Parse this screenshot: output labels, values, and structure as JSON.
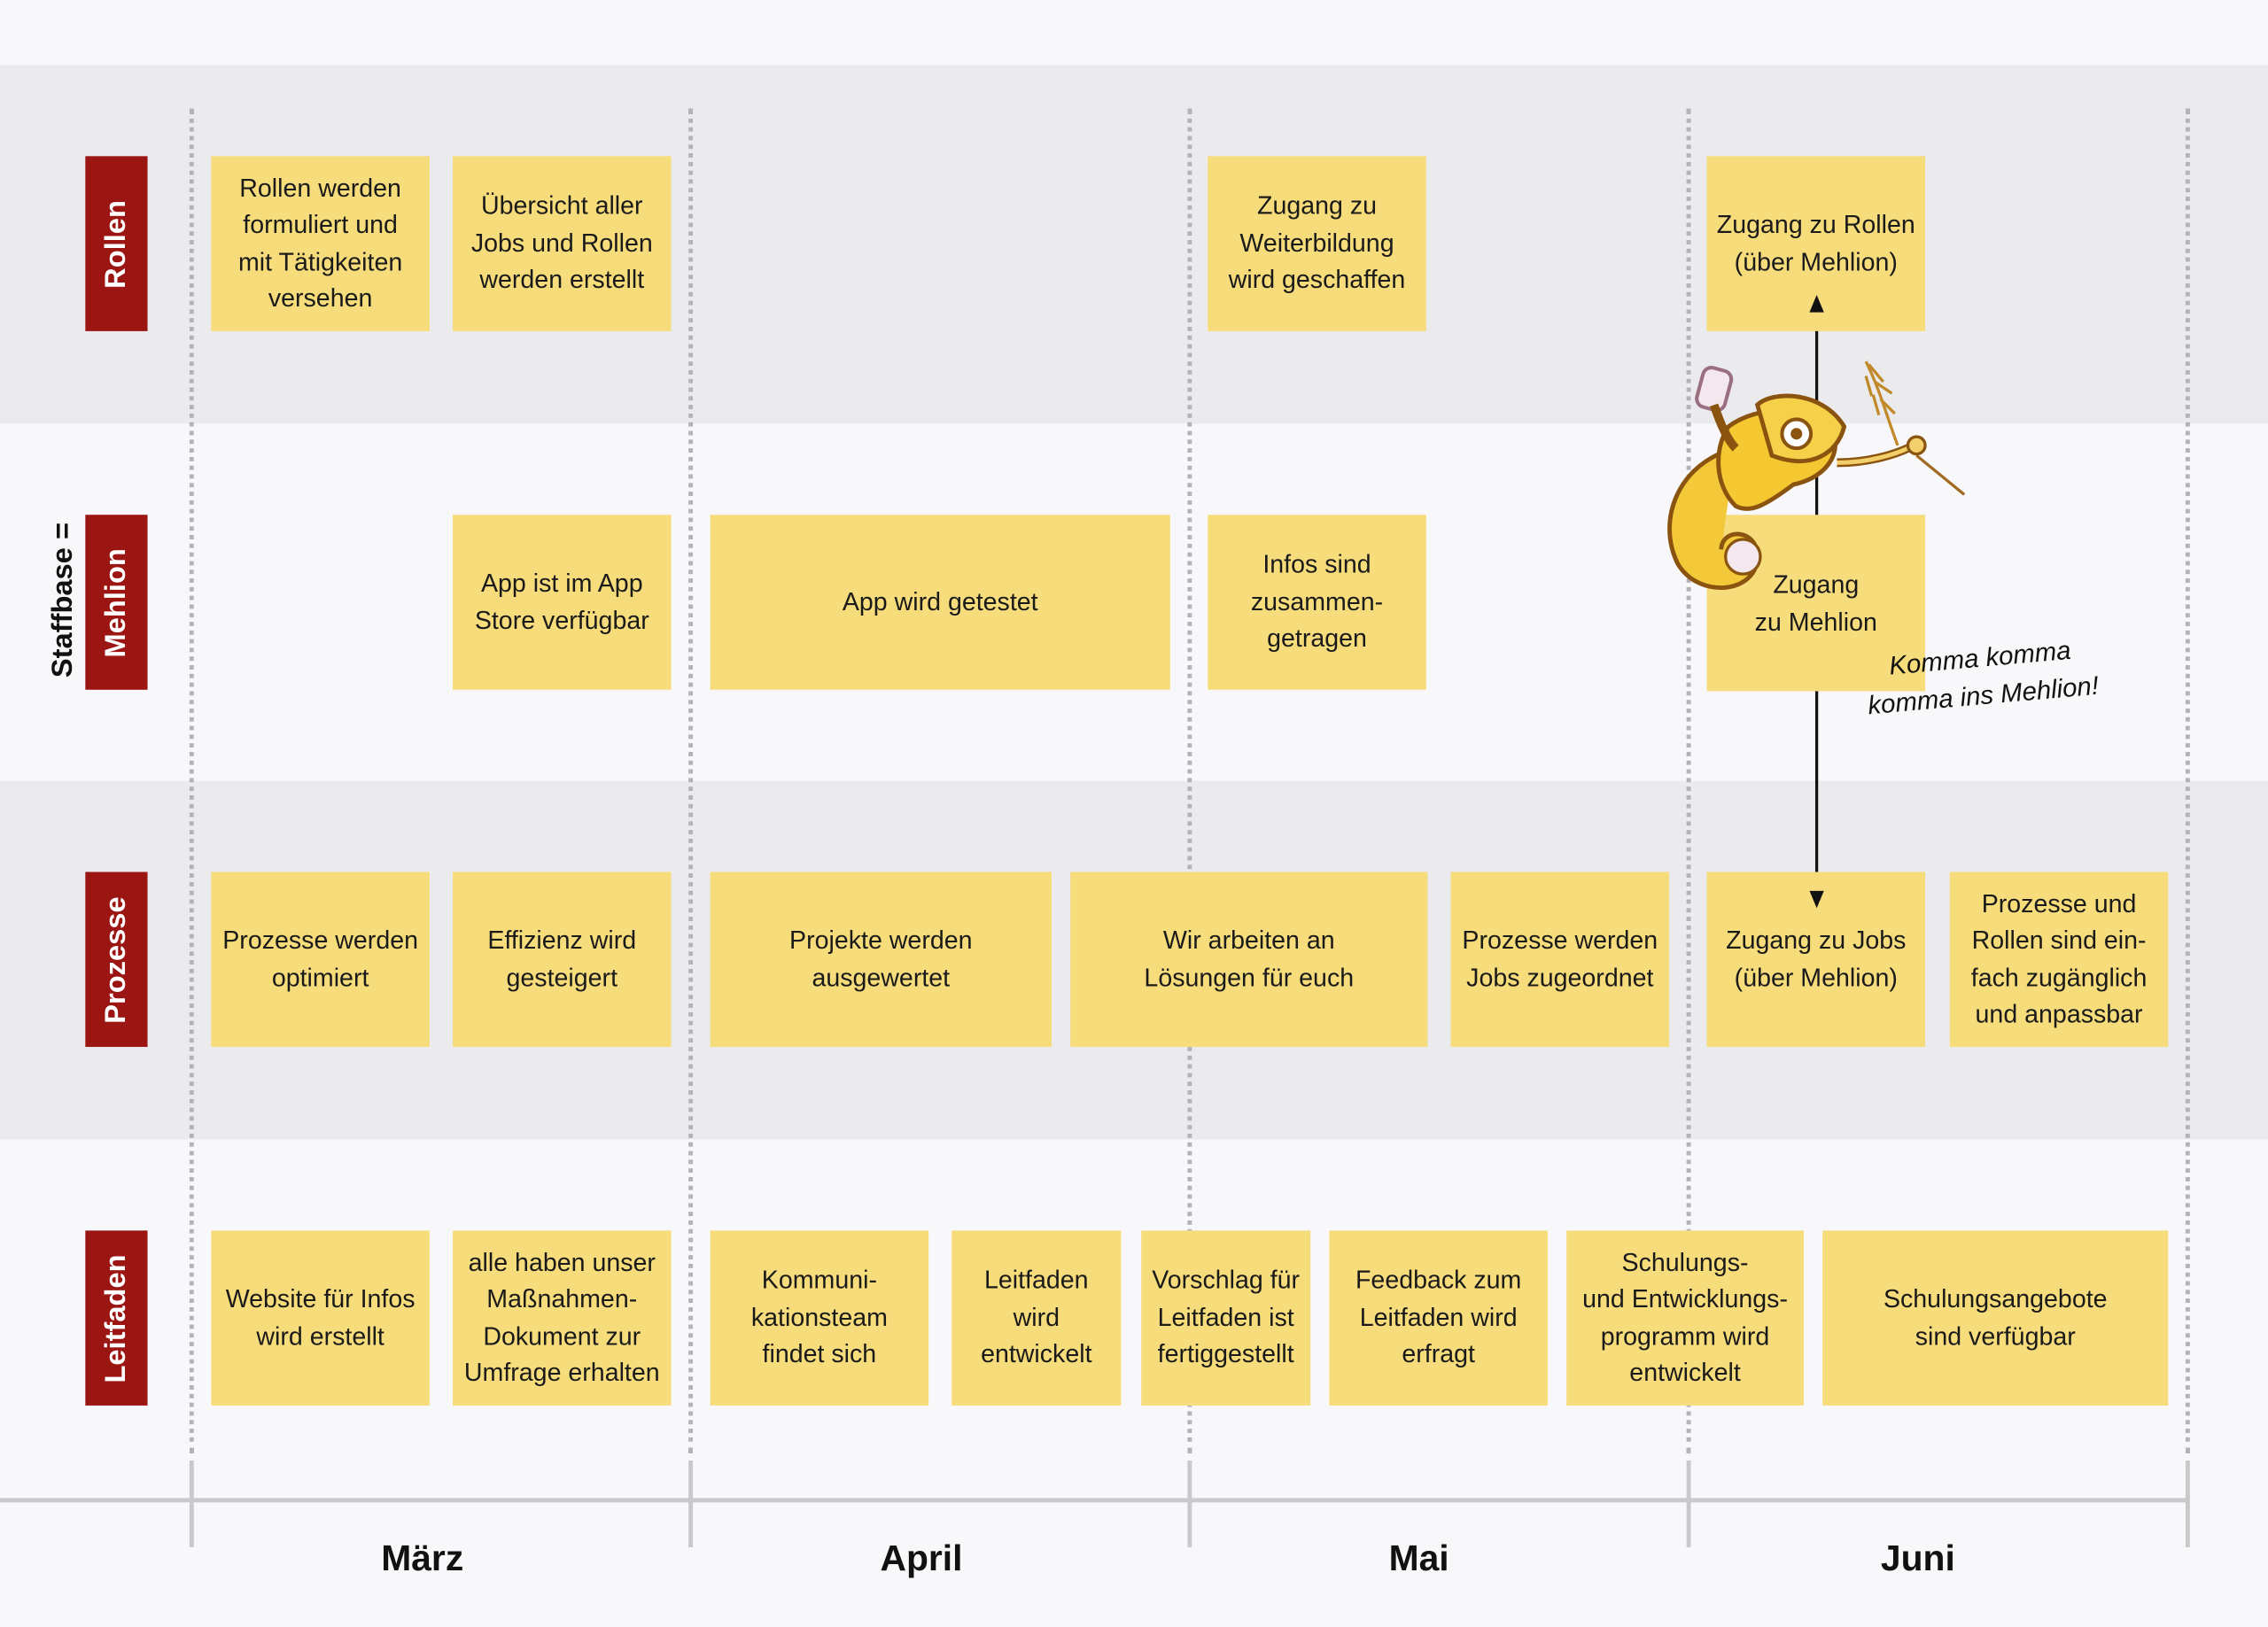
{
  "months": [
    "März",
    "April",
    "Mai",
    "Juni"
  ],
  "side_label": "Staffbase =",
  "rows": [
    {
      "label": "Rollen",
      "cards": [
        "Rollen werden\nformuliert und\nmit Tätigkeiten\nversehen",
        "Übersicht aller\nJobs und Rollen\nwerden erstellt",
        "Zugang zu\nWeiterbildung\nwird geschaffen",
        "Zugang zu Rollen\n(über Mehlion)"
      ]
    },
    {
      "label": "Mehlion",
      "cards": [
        "App ist im App\nStore verfügbar",
        "App wird getestet",
        "Infos sind\nzusammen-\ngetragen",
        "Zugang\nzu Mehlion"
      ]
    },
    {
      "label": "Prozesse",
      "cards": [
        "Prozesse werden\noptimiert",
        "Effizienz wird\ngesteigert",
        "Projekte werden\nausgewertet",
        "Wir arbeiten an\nLösungen für euch",
        "Prozesse werden\nJobs zugeordnet",
        "Zugang zu Jobs\n(über Mehlion)",
        "Prozesse und\nRollen sind ein-\nfach zugänglich\nund anpassbar"
      ]
    },
    {
      "label": "Leitfaden",
      "cards": [
        "Website für Infos\nwird erstellt",
        "alle haben unser\nMaßnahmen-\nDokument zur\nUmfrage erhalten",
        "Kommuni-\nkationsteam\nfindet sich",
        "Leitfaden\nwird\nentwickelt",
        "Vorschlag für\nLeitfaden ist\nfertiggestellt",
        "Feedback zum\nLeitfaden wird\nerfragt",
        "Schulungs-\nund Entwicklungs-\nprogramm wird\nentwickelt",
        "Schulungsangebote\nsind verfügbar"
      ]
    }
  ],
  "note": "Komma komma\nkomma ins Mehlion!",
  "colors": {
    "card": "#f7dc7b",
    "label": "#9b1512",
    "band": "#ebebed"
  }
}
